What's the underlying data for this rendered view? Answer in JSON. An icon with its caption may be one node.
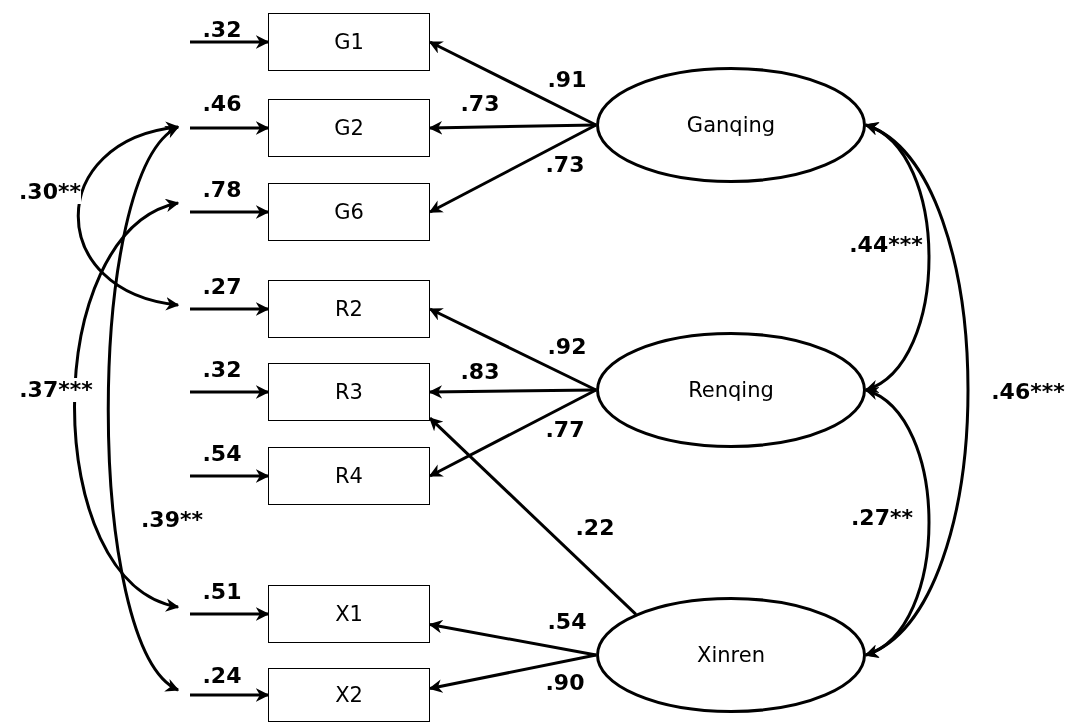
{
  "diagram": {
    "nodes": [
      {
        "text": [
          "G1"
        ]
      },
      {
        "text": [
          "G2"
        ]
      },
      {
        "text": [
          "G6"
        ]
      },
      {
        "text": [
          "R2"
        ]
      },
      {
        "text": [
          "R3"
        ]
      },
      {
        "text": [
          "R4"
        ]
      },
      {
        "text": [
          "X1"
        ]
      },
      {
        "text": [
          "X2"
        ]
      },
      {
        "text": [
          "Ganqing"
        ]
      },
      {
        "text": [
          "Renqing"
        ]
      },
      {
        "text": [
          "Xinren"
        ]
      }
    ],
    "edges": [
      {
        "from": null,
        "to": 0,
        "arrow": "to",
        "label": ".32"
      },
      {
        "from": null,
        "to": 1,
        "arrow": "to",
        "label": ".46"
      },
      {
        "from": null,
        "to": 2,
        "arrow": "to",
        "label": ".78"
      },
      {
        "from": null,
        "to": 3,
        "arrow": "to",
        "label": ".27"
      },
      {
        "from": null,
        "to": 4,
        "arrow": "to",
        "label": ".32"
      },
      {
        "from": null,
        "to": 5,
        "arrow": "to",
        "label": ".54"
      },
      {
        "from": null,
        "to": 6,
        "arrow": "to",
        "label": ".51"
      },
      {
        "from": null,
        "to": 7,
        "arrow": "to",
        "label": ".24"
      },
      {
        "from": 8,
        "to": 0,
        "arrow": "to",
        "label": ".91"
      },
      {
        "from": 8,
        "to": 1,
        "arrow": "to",
        "label": ".73"
      },
      {
        "from": 8,
        "to": 2,
        "arrow": "to",
        "label": ".73"
      },
      {
        "from": 9,
        "to": 3,
        "arrow": "to",
        "label": ".92"
      },
      {
        "from": 9,
        "to": 4,
        "arrow": "to",
        "label": ".83"
      },
      {
        "from": 9,
        "to": 5,
        "arrow": "to",
        "label": ".77"
      },
      {
        "from": 10,
        "to": 4,
        "arrow": "to",
        "label": ".22"
      },
      {
        "from": 10,
        "to": 6,
        "arrow": "to",
        "label": ".54"
      },
      {
        "from": 10,
        "to": 7,
        "arrow": "to",
        "label": ".90"
      },
      {
        "from": 8,
        "to": 9,
        "arrow": "both",
        "label": ".44***"
      },
      {
        "from": 9,
        "to": 10,
        "arrow": "both",
        "label": ".27**"
      },
      {
        "from": 8,
        "to": 10,
        "arrow": "both",
        "label": ".46***"
      }
    ],
    "labels": [
      ".30**",
      ".37***",
      ".39**"
    ]
  }
}
